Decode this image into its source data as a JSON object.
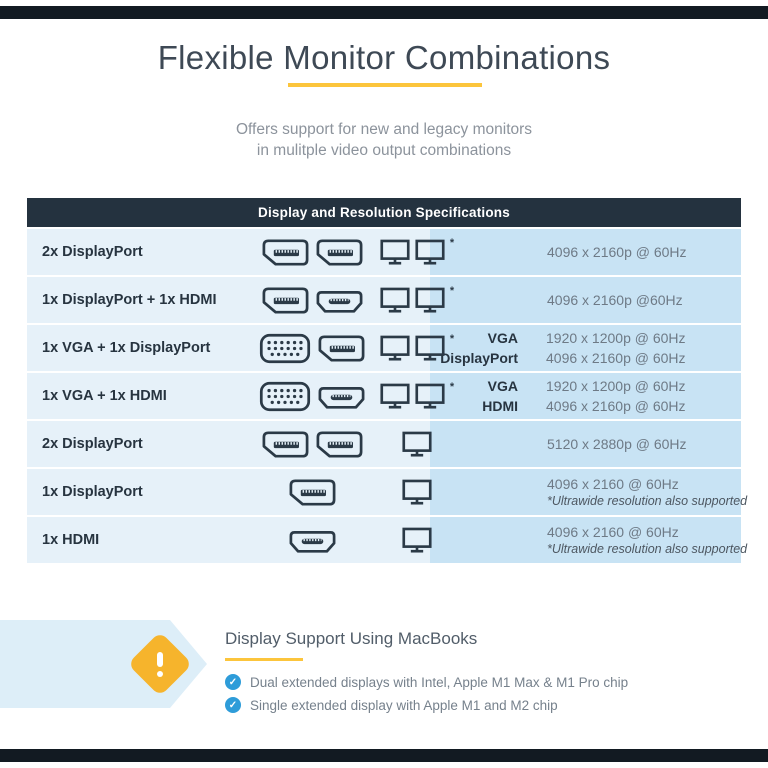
{
  "page": {
    "title": "Flexible Monitor Combinations",
    "subtitle_line1": "Offers support for new and legacy monitors",
    "subtitle_line2": "in mulitple video output combinations"
  },
  "table": {
    "header": "Display and Resolution Specifications",
    "rows": [
      {
        "label": "2x DisplayPort",
        "connectors": [
          "displayport",
          "displayport"
        ],
        "monitors": 2,
        "monitor_note": "*",
        "specs": [
          {
            "res": "4096 x 2160p @ 60Hz"
          }
        ]
      },
      {
        "label": "1x DisplayPort + 1x HDMI",
        "connectors": [
          "displayport",
          "hdmi"
        ],
        "monitors": 2,
        "monitor_note": "*",
        "specs": [
          {
            "res": "4096 x 2160p @60Hz"
          }
        ]
      },
      {
        "label": "1x VGA + 1x DisplayPort",
        "connectors": [
          "vga",
          "displayport"
        ],
        "monitors": 2,
        "monitor_note": "*",
        "specs": [
          {
            "port": "VGA",
            "res": "1920 x 1200p @ 60Hz"
          },
          {
            "port": "DisplayPort",
            "res": "4096 x 2160p @ 60Hz"
          }
        ]
      },
      {
        "label": "1x VGA + 1x HDMI",
        "connectors": [
          "vga",
          "hdmi"
        ],
        "monitors": 2,
        "monitor_note": "*",
        "specs": [
          {
            "port": "VGA",
            "res": "1920 x 1200p @ 60Hz"
          },
          {
            "port": "HDMI",
            "res": "4096 x 2160p @ 60Hz"
          }
        ]
      },
      {
        "label": "2x DisplayPort",
        "connectors": [
          "displayport",
          "displayport"
        ],
        "monitors": 1,
        "specs": [
          {
            "res": "5120 x 2880p @ 60Hz"
          }
        ]
      },
      {
        "label": "1x DisplayPort",
        "connectors": [
          "displayport"
        ],
        "monitors": 1,
        "specs": [
          {
            "res": "4096 x 2160 @ 60Hz"
          }
        ],
        "note": "*Ultrawide resolution also supported"
      },
      {
        "label": "1x HDMI",
        "connectors": [
          "hdmi"
        ],
        "monitors": 1,
        "specs": [
          {
            "res": "4096 x 2160 @ 60Hz"
          }
        ],
        "note": "*Ultrawide resolution also supported"
      }
    ]
  },
  "callout": {
    "heading": "Display Support Using MacBooks",
    "bullets": [
      "Dual extended displays with Intel, Apple M1 Max & M1 Pro chip",
      "Single extended display with Apple M1 and M2 chip"
    ]
  },
  "colors": {
    "accent_yellow": "#fcc53c",
    "header_navy": "#24323f",
    "row_left_bg": "#e6f1f9",
    "row_right_bg": "#c8e3f4",
    "banner_blue": "#ddeef8",
    "warning_yellow": "#f6b42c",
    "check_blue": "#2e9cd9",
    "brand_bar_dark": "#121a22",
    "icon_stroke": "#2b3a47"
  }
}
